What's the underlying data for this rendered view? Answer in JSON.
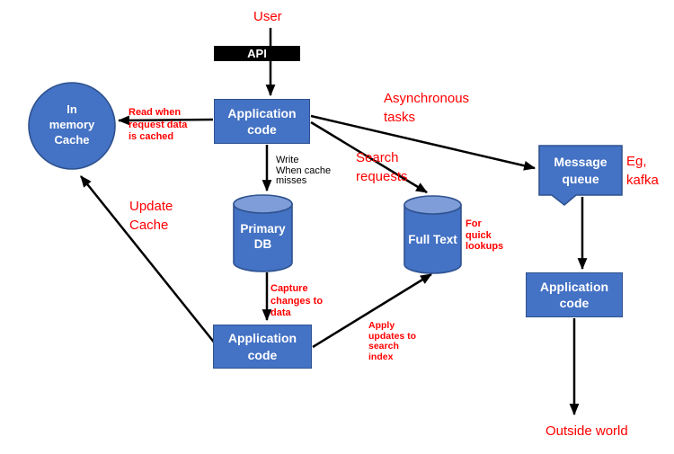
{
  "colors": {
    "node_fill": "#4472C4",
    "node_border": "#2F528F",
    "cylinder_top": "#7E9DD9",
    "red": "#FF0000",
    "ink": "#000000"
  },
  "nodes": {
    "api": "API",
    "app_code_top": "Application\ncode",
    "in_memory_cache": "In\nmemory\nCache",
    "primary_db": "Primary\nDB",
    "full_text": "Full Text",
    "message_queue": "Message\nqueue",
    "app_code_bottom": "Application\ncode",
    "app_code_right": "Application\ncode"
  },
  "labels": {
    "user": "User",
    "read_when_cached": "Read when\nrequest data\nis cached",
    "write_when_cache_misses": "Write\nWhen cache\nmisses",
    "asynchronous_tasks": "Asynchronous\ntasks",
    "search_requests": "Search\nrequests",
    "update_cache": "Update\nCache",
    "capture_changes": "Capture\nchanges to\ndata",
    "apply_updates": "Apply\nupdates to\nsearch\nindex",
    "for_quick_lookups": "For\nquick\nlookups",
    "eg_kafka": "Eg,\nkafka",
    "outside_world": "Outside world"
  }
}
